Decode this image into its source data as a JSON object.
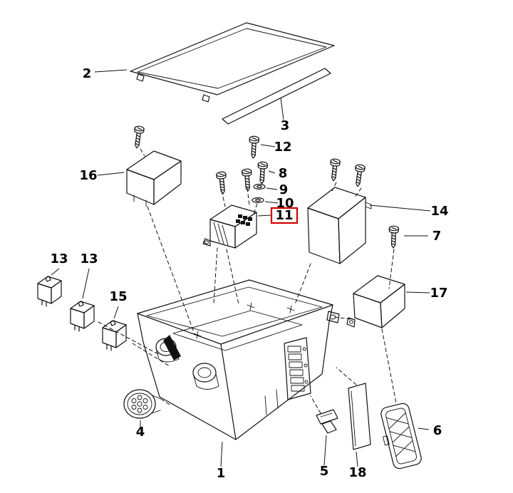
{
  "diagram": {
    "background": "#ffffff",
    "line_color": "#111111",
    "highlight_color": "#d40000",
    "highlighted_callout": "11",
    "callouts": {
      "c1": "1",
      "c2": "2",
      "c3": "3",
      "c4": "4",
      "c5": "5",
      "c6": "6",
      "c7": "7",
      "c8": "8",
      "c9": "9",
      "c10": "10",
      "c11": "11",
      "c12": "12",
      "c13a": "13",
      "c13b": "13",
      "c14": "14",
      "c15": "15",
      "c16": "16",
      "c17": "17",
      "c18": "18"
    }
  }
}
